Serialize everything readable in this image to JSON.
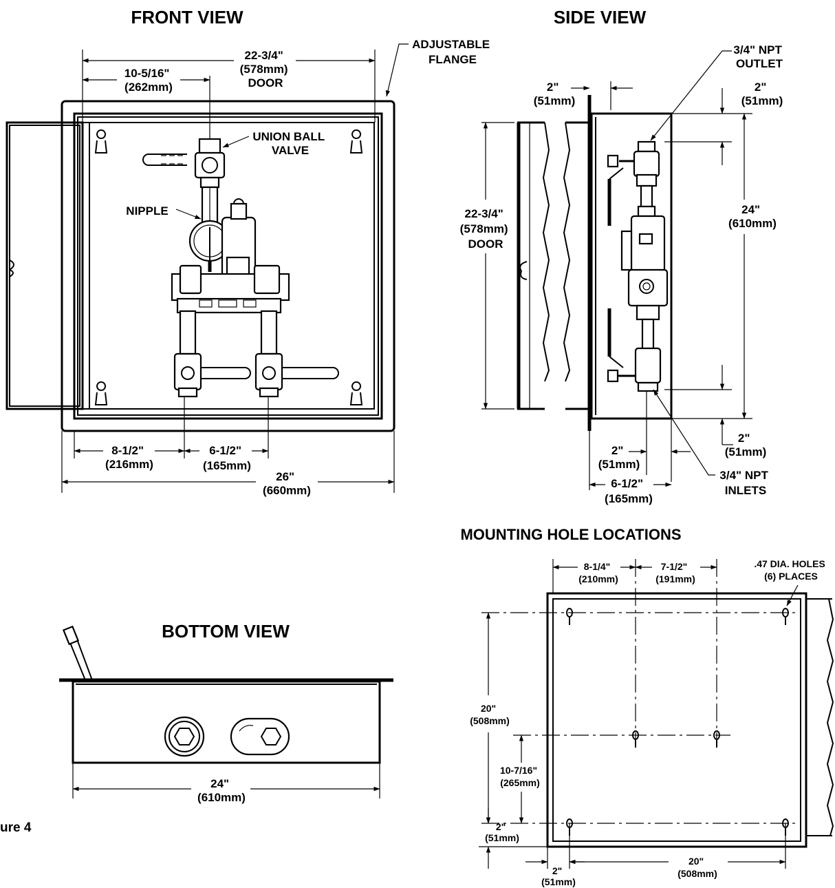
{
  "views": {
    "front": "FRONT VIEW",
    "side": "SIDE VIEW",
    "bottom": "BOTTOM VIEW",
    "mounting": "MOUNTING HOLE LOCATIONS"
  },
  "figure_caption": "ure 4",
  "front": {
    "dim_door_width": [
      "22-3/4\"",
      "(578mm)",
      "DOOR"
    ],
    "dim_valve_offset": [
      "10-5/16\"",
      "(262mm)"
    ],
    "callout_flange": [
      "ADJUSTABLE",
      "FLANGE"
    ],
    "callout_valve": [
      "UNION BALL",
      "VALVE"
    ],
    "callout_nipple": "NIPPLE",
    "dim_left_inlet": [
      "8-1/2\"",
      "(216mm)"
    ],
    "dim_inlet_spacing": [
      "6-1/2\"",
      "(165mm)"
    ],
    "dim_overall_width": [
      "26\"",
      "(660mm)"
    ]
  },
  "side": {
    "callout_outlet": [
      "3/4\" NPT",
      "OUTLET"
    ],
    "dim_flange_depth": [
      "2\"",
      "(51mm)"
    ],
    "dim_top_offset": [
      "2\"",
      "(51mm)"
    ],
    "dim_door_height": [
      "22-3/4\"",
      "(578mm)",
      "DOOR"
    ],
    "dim_box_height": [
      "24\"",
      "(610mm)"
    ],
    "dim_bottom_offset": [
      "2\"",
      "(51mm)"
    ],
    "dim_inlet_depth": [
      "2\"",
      "(51mm)"
    ],
    "dim_box_depth": [
      "6-1/2\"",
      "(165mm)"
    ],
    "callout_inlets": [
      "3/4\" NPT",
      "INLETS"
    ]
  },
  "mounting": {
    "dim_hole_a": [
      "8-1/4\"",
      "(210mm)"
    ],
    "dim_hole_b": [
      "7-1/2\"",
      "(191mm)"
    ],
    "callout_holes": [
      ".47 DIA. HOLES",
      "(6) PLACES"
    ],
    "dim_vertical": [
      "20\"",
      "(508mm)"
    ],
    "dim_middle_height": [
      "10-7/16\"",
      "(265mm)"
    ],
    "dim_bottom_v": [
      "2\"",
      "(51mm)"
    ],
    "dim_left_h": [
      "2\"",
      "(51mm)"
    ],
    "dim_horizontal": [
      "20\"",
      "(508mm)"
    ]
  },
  "bottom": {
    "dim_width": [
      "24\"",
      "(610mm)"
    ]
  }
}
